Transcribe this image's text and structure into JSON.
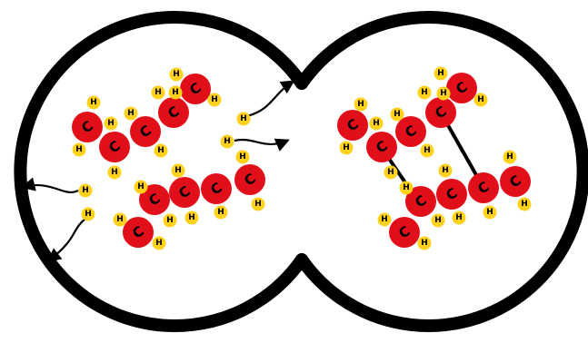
{
  "colors": {
    "outline": "#000000",
    "carbon": "#e10f1a",
    "carbon_label": "#000000",
    "hydrogen": "#ffd11a",
    "hydrogen_label": "#000000",
    "background": "#ffffff"
  },
  "atoms": {
    "carbon_symbol": "C",
    "hydrogen_symbol": "H"
  },
  "chambers": [
    "left-chamber",
    "right-chamber"
  ]
}
